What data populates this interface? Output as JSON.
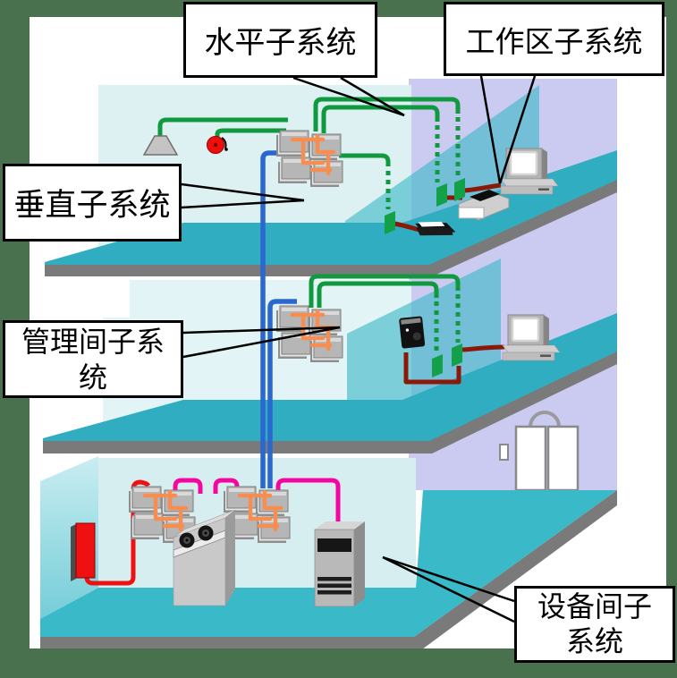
{
  "labels": {
    "horizontal": "水平子系统",
    "work_area": "工作区子系统",
    "vertical": "垂直子系统",
    "management_line1": "管理间子系",
    "management_line2": "统",
    "equipment_line1": "设备间子",
    "equipment_line2": "系统"
  },
  "palette": {
    "frame_green": "#4a714e",
    "lavender": "#cbcbf2",
    "room_cyan_top": "#ddf1f3",
    "room_cyan_mid": "#e2f4f5",
    "room_cyan_bottom": "#d7eef0",
    "slab_teal": "#30adc0",
    "ground_teal": "#3ab9c8",
    "slab_gray": "#7a7a7a",
    "glass_teal": "rgba(62,184,198,0.62)",
    "cable_green": "#10993e",
    "cable_blue": "#2a67cf",
    "cable_darkred": "#8b1808",
    "cable_pink": "#f307a0",
    "cable_red": "#ee1111",
    "patch_orange": "#f68e52",
    "outlet_green": "#12a048",
    "callout_black": "#000000"
  },
  "icons": [
    "ceiling-speaker-icon",
    "fire-alarm-bell-icon",
    "switch-group-icon",
    "wall-outlet-icon",
    "telephone-icon",
    "wall-telephone-icon",
    "printer-icon",
    "desktop-computer-icon",
    "distribution-cabinet-icon",
    "server-tower-icon",
    "elevator-icon",
    "alarm-panel-icon"
  ]
}
